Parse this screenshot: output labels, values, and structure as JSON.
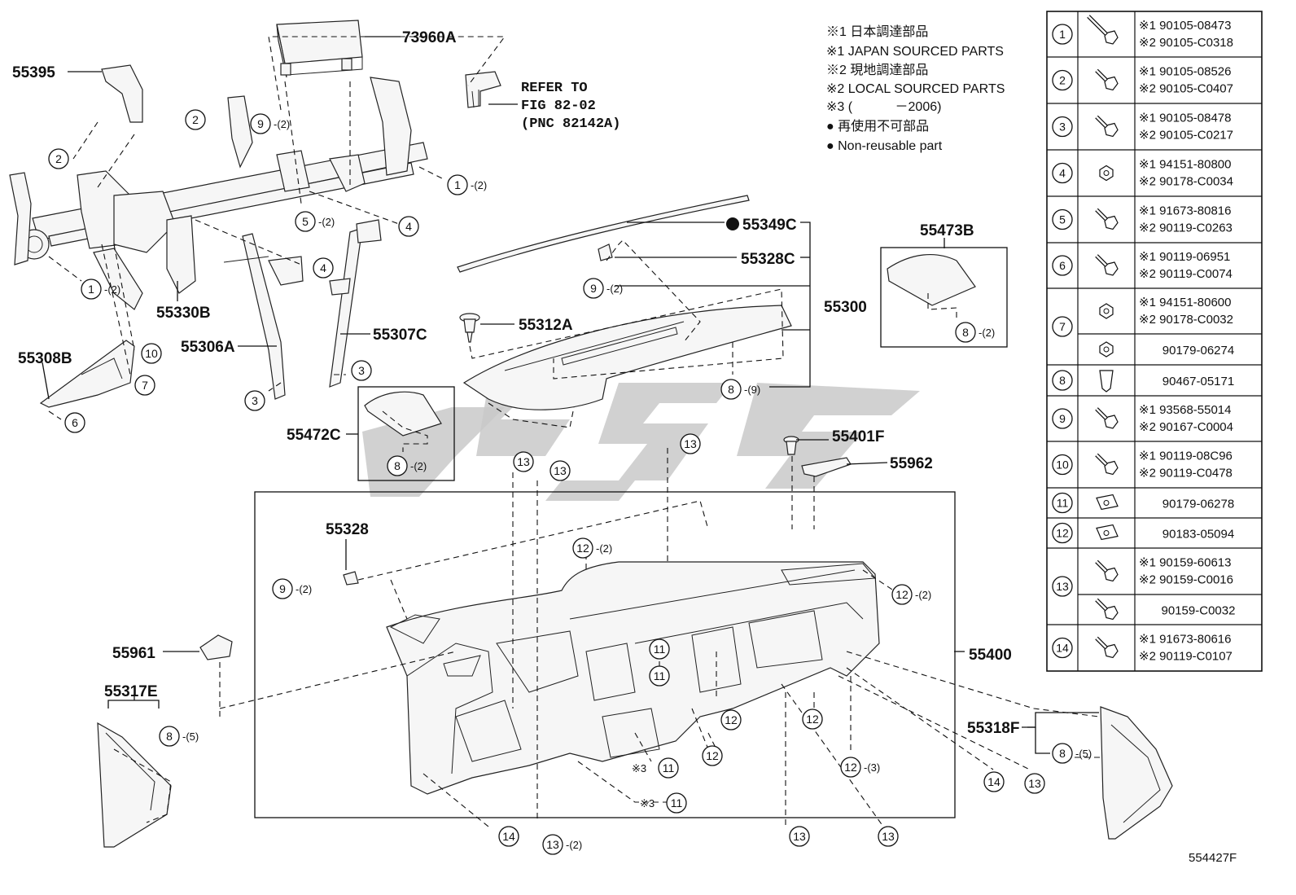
{
  "labels": {
    "l73960A": "73960A",
    "l55395": "55395",
    "l55330B": "55330B",
    "l55306A": "55306A",
    "l55307C": "55307C",
    "l55308B": "55308B",
    "l55349C": "55349C",
    "l55328C": "55328C",
    "l55300": "55300",
    "l55312A": "55312A",
    "l55473B": "55473B",
    "l55472C": "55472C",
    "l55401F": "55401F",
    "l55962": "55962",
    "l55328": "55328",
    "l55400": "55400",
    "l55961": "55961",
    "l55317E": "55317E",
    "l55318F": "55318F",
    "figcode": "554427F"
  },
  "refer": {
    "line1": "REFER TO",
    "line2": "FIG 82-02",
    "line3": "(PNC 82142A)"
  },
  "legend": {
    "l1": "※1 日本調達部品",
    "l2": "※1 JAPAN SOURCED PARTS",
    "l3": "※2 現地調達部品",
    "l4": "※2 LOCAL SOURCED PARTS",
    "l5": "※3 (　　　 －2006)",
    "l6": "● 再使用不可部品",
    "l7": "● Non-reusable part"
  },
  "callouts": {
    "c9a": "9",
    "c9a_q": "-(2)",
    "c2a": "2",
    "c2b": "2",
    "c1a": "1",
    "c1a_q": "-(2)",
    "c1b": "1",
    "c1b_q": "-(2)",
    "c5a": "5",
    "c5a_q": "-(2)",
    "c4a": "4",
    "c4b": "4",
    "c10": "10",
    "c7": "7",
    "c6": "6",
    "c3a": "3",
    "c3b": "3",
    "c9b": "9",
    "c9b_q": "-(2)",
    "c8a": "8",
    "c8a_q": "-(9)",
    "c8b": "8",
    "c8b_q": "-(2)",
    "c8c": "8",
    "c8c_q": "-(2)",
    "c13a": "13",
    "c13b": "13",
    "c13c": "13",
    "c12a": "12",
    "c12a_q": "-(2)",
    "c9c": "9",
    "c9c_q": "-(2)",
    "c12b": "12",
    "c12b_q": "-(2)",
    "c11a": "11",
    "c11b": "11",
    "c12c": "12",
    "c12d": "12",
    "c12e": "12",
    "c12f": "12",
    "c12f_q": "-(3)",
    "c11c": "11",
    "c11c_q": "※3",
    "c11d": "11",
    "c11d_q": "※3",
    "c14a": "14",
    "c13d": "13",
    "c14b": "14",
    "c13e": "13",
    "c13e_q": "-(2)",
    "c13f": "13",
    "c13g": "13",
    "c8d": "8",
    "c8d_q": "-(5)",
    "c8e": "8",
    "c8e_q": "-(5)"
  },
  "parts_table": [
    {
      "no": "1",
      "parts": [
        "※1 90105-08473",
        "※2 90105-C0318"
      ],
      "icon": "long-bolt-icon"
    },
    {
      "no": "2",
      "parts": [
        "※1 90105-08526",
        "※2 90105-C0407"
      ],
      "icon": "flange-bolt-icon"
    },
    {
      "no": "3",
      "parts": [
        "※1 90105-08478",
        "※2 90105-C0217"
      ],
      "icon": "short-bolt-icon"
    },
    {
      "no": "4",
      "parts": [
        "※1 94151-80800",
        "※2 90178-C0034"
      ],
      "icon": "nut-icon"
    },
    {
      "no": "5",
      "parts": [
        "※1 91673-80816",
        "※2 90119-C0263"
      ],
      "icon": "bolt-washer-icon"
    },
    {
      "no": "6",
      "parts": [
        "※1 90119-06951",
        "※2 90119-C0074"
      ],
      "icon": "bolt-washer-icon"
    },
    {
      "no": "7",
      "parts": [
        "※1 94151-80600",
        "※2 90178-C0032"
      ],
      "icon": "nut-icon"
    },
    {
      "no": "",
      "parts": [
        "90179-06274"
      ],
      "icon": "flange-nut-icon"
    },
    {
      "no": "8",
      "parts": [
        "90467-05171"
      ],
      "icon": "clip-icon"
    },
    {
      "no": "9",
      "parts": [
        "※1 93568-55014",
        "※2 90167-C0004"
      ],
      "icon": "screw-icon"
    },
    {
      "no": "10",
      "parts": [
        "※1 90119-08C96",
        "※2 90119-C0478"
      ],
      "icon": "bolt-washer-icon"
    },
    {
      "no": "11",
      "parts": [
        "90179-06278"
      ],
      "icon": "clip-nut-icon"
    },
    {
      "no": "12",
      "parts": [
        "90183-05094"
      ],
      "icon": "clip-nut-icon"
    },
    {
      "no": "13",
      "parts": [
        "※1 90159-60613",
        "※2 90159-C0016"
      ],
      "icon": "screw-icon"
    },
    {
      "no": "",
      "parts": [
        "90159-C0032"
      ],
      "icon": "screw-icon"
    },
    {
      "no": "14",
      "parts": [
        "※1 91673-80616",
        "※2 90119-C0107"
      ],
      "icon": "bolt-washer-icon"
    }
  ]
}
